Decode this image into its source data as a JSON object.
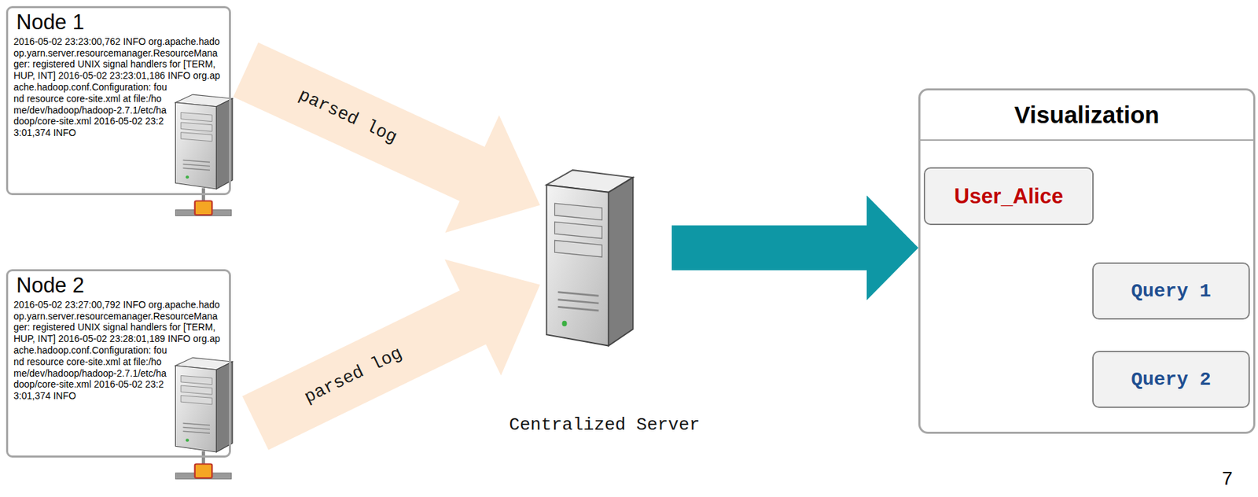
{
  "diagram": {
    "nodes": [
      {
        "text": [
          "Node 1",
          "2016-05-02 23:23:00,762 INFO org.apache.hadoop.yarn.server.resourcemanager.ResourceManager: registered UNIX signal handlers for [TERM, HUP, INT] 2016-05-02 23:23:01,186 INFO org.apache.hadoop.conf.Configuration: found resource core-site.xml at file:/home/dev/hadoop/hadoop-2.7.1/etc/hadoop/core-site.xml 2016-05-02 23:23:01,374 INFO"
        ]
      },
      {
        "text": [
          "Node 2",
          "2016-05-02 23:27:00,792 INFO org.apache.hadoop.yarn.server.resourcemanager.ResourceManager: registered UNIX signal handlers for [TERM, HUP, INT] 2016-05-02 23:28:01,189 INFO org.apache.hadoop.conf.Configuration: found resource core-site.xml at file:/home/dev/hadoop/hadoop-2.7.1/etc/hadoop/core-site.xml 2016-05-02 23:23:01,374 INFO"
        ]
      },
      {
        "text": [
          "Centralized Server"
        ]
      },
      {
        "text": [
          "Visualization"
        ]
      },
      {
        "text": [
          "User_Alice"
        ],
        "in": 3
      },
      {
        "text": [
          "Query 1"
        ],
        "in": 3
      },
      {
        "text": [
          "Query 2"
        ],
        "in": 3
      }
    ],
    "edges": [
      {
        "from": 0,
        "to": 2,
        "label": "parsed log",
        "arrow": "to"
      },
      {
        "from": 1,
        "to": 2,
        "label": "parsed log",
        "arrow": "to"
      },
      {
        "from": 2,
        "to": 3,
        "arrow": "to"
      },
      {
        "from": 4,
        "to": 5,
        "arrow": "to"
      },
      {
        "from": 4,
        "to": 6,
        "arrow": "to"
      }
    ],
    "labels": [
      "7"
    ]
  }
}
